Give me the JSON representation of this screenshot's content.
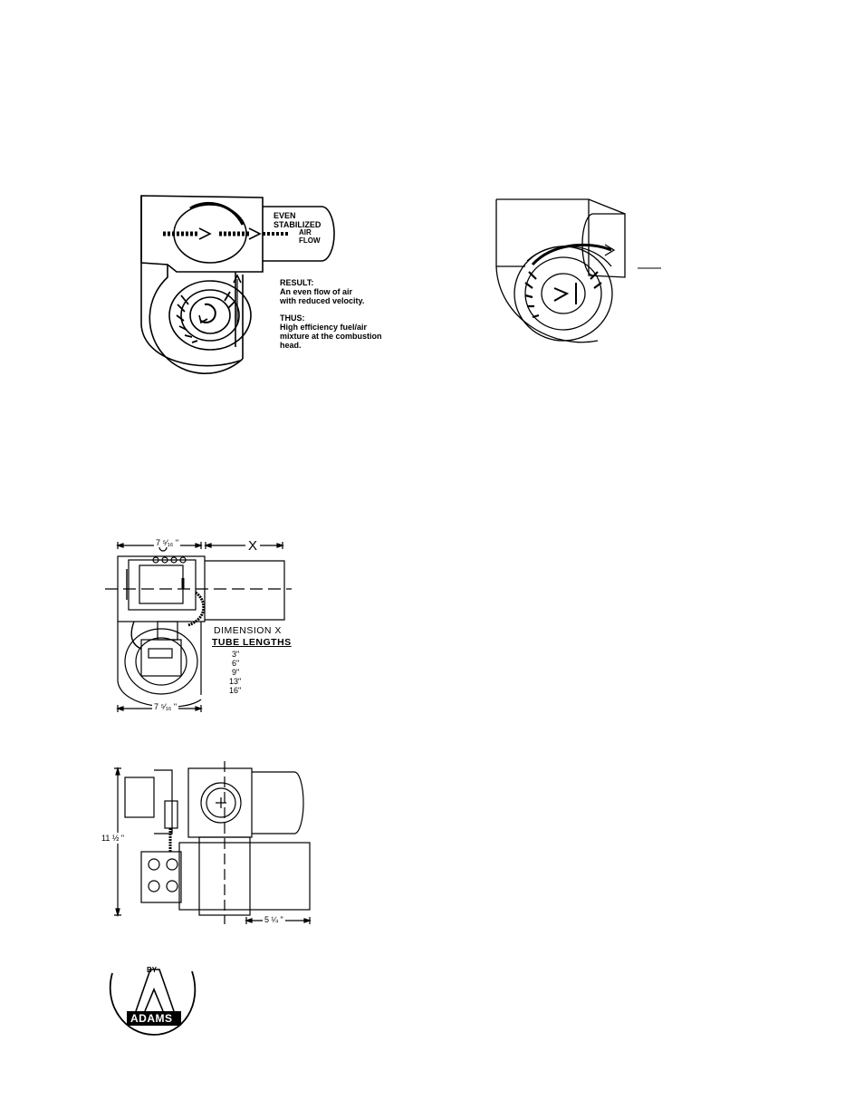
{
  "figure1": {
    "flow_label": "EVEN\nSTABILIZED",
    "air_label": "AIR\nFLOW",
    "result_heading": "RESULT:",
    "result_text": "An even flow of air\nwith reduced velocity.",
    "thus_heading": "THUS:",
    "thus_text": "High efficiency fuel/air\nmixture at the combustion\nhead."
  },
  "figure3": {
    "width_top": "7 ⁵⁄₁₆ \"",
    "x_label": "X",
    "width_bottom": "7 ⁵⁄₁₆ \"",
    "dimension_caption": "DIMENSION X",
    "tube_caption": "TUBE LENGTHS",
    "tube_lengths": [
      "3\"",
      "6\"",
      "9\"",
      "13\"",
      "16\""
    ]
  },
  "figure4": {
    "height_label": "11 ½ \"",
    "offset_label": "5 ¼ \""
  },
  "logo": {
    "small_text": "BY",
    "brand_text": "ADAMS"
  }
}
